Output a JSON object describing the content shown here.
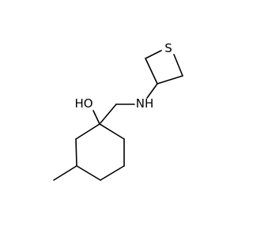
{
  "molecule": {
    "atom_labels": {
      "hydroxyl": "HO",
      "amine": "NH",
      "sulfur": "S"
    },
    "colors": {
      "bond": "#000000",
      "label": "#000000",
      "background": "#ffffff"
    }
  }
}
